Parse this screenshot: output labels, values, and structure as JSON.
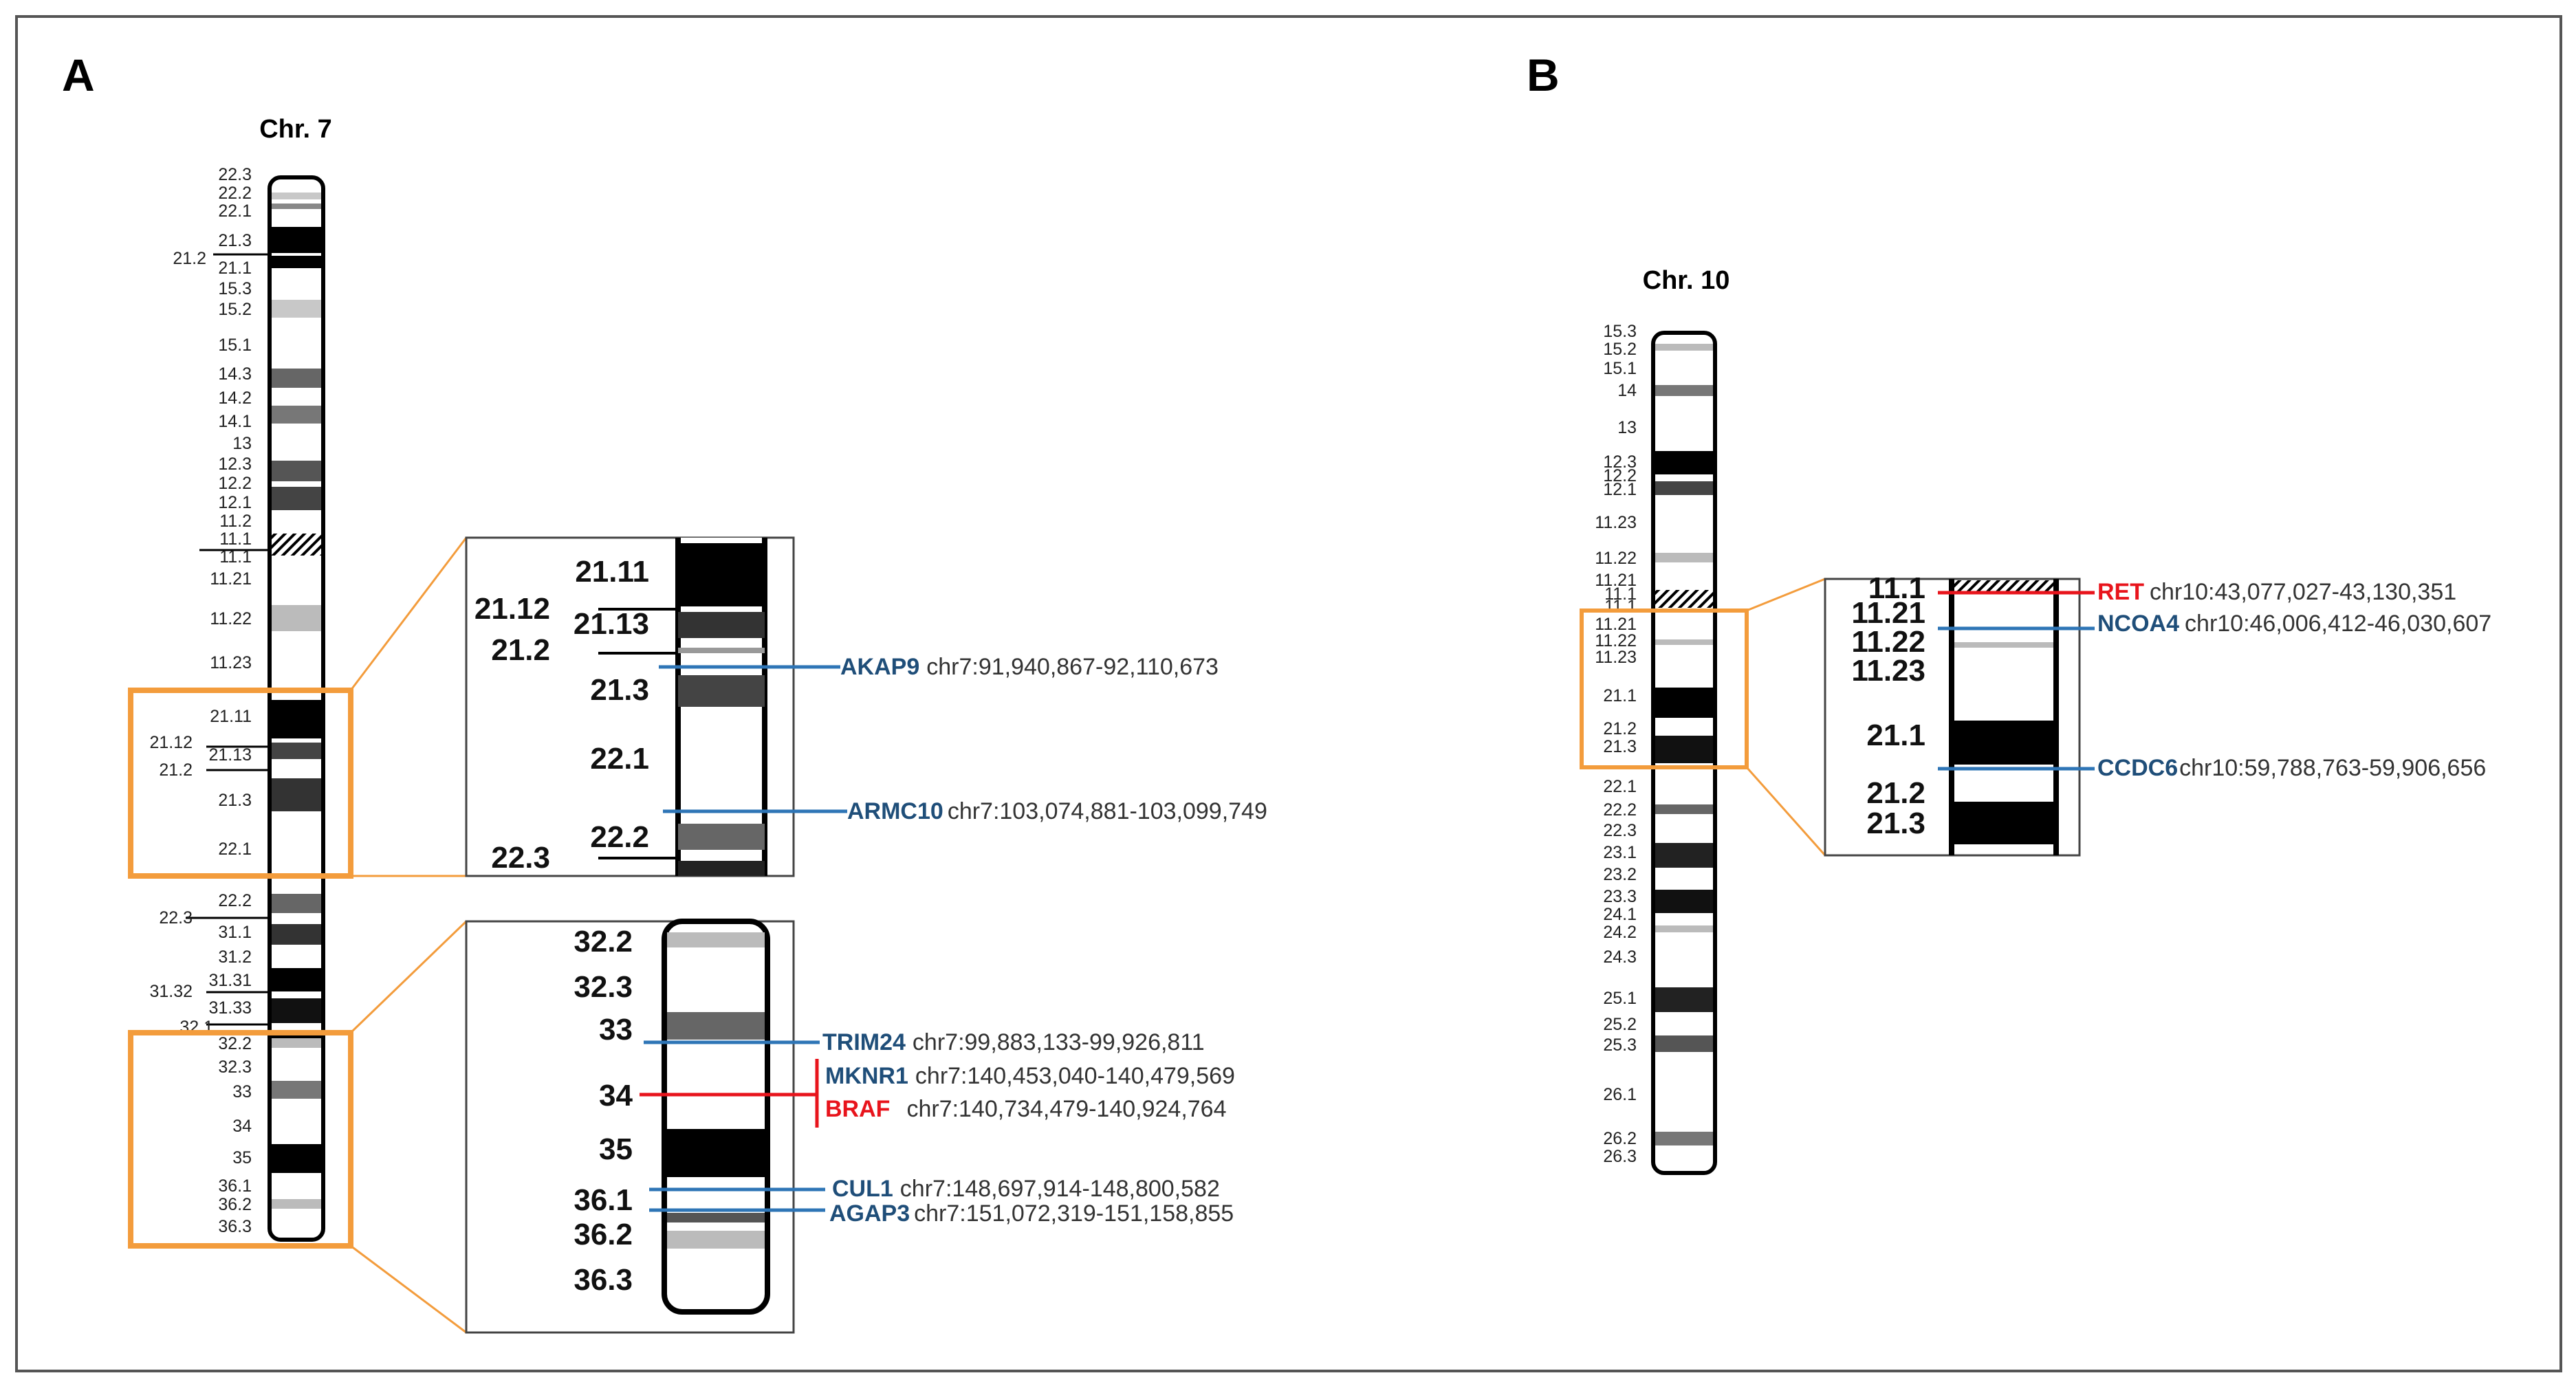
{
  "panel_a": {
    "letter": "A",
    "chrom_title": "Chr. 7",
    "bands": [
      "22.3",
      "22.2",
      "22.1",
      "21.3",
      "21.2",
      "21.1",
      "15.3",
      "15.2",
      "15.1",
      "14.3",
      "14.2",
      "14.1",
      "13",
      "12.3",
      "12.2",
      "12.1",
      "11.2",
      "11.1",
      "11.1",
      "11.21",
      "11.22",
      "11.23",
      "21.11",
      "21.12",
      "21.13",
      "21.2",
      "21.3",
      "22.1",
      "22.2",
      "22.3",
      "31.1",
      "31.2",
      "31.32",
      "31.31",
      "31.33",
      "32.1",
      "32.2",
      "32.3",
      "33",
      "34",
      "35",
      "36.1",
      "36.2",
      "36.3"
    ],
    "zoom1": {
      "bands": [
        "21.11",
        "21.12",
        "21.13",
        "21.2",
        "21.3",
        "22.1",
        "22.2",
        "22.3"
      ],
      "genes": [
        {
          "symbol": "AKAP9",
          "coords": "chr7:91,940,867-92,110,673",
          "color": "#1f4e79"
        },
        {
          "symbol": "ARMC10",
          "coords": "chr7:103,074,881-103,099,749",
          "color": "#1f4e79"
        }
      ]
    },
    "zoom2": {
      "bands": [
        "32.2",
        "32.3",
        "33",
        "34",
        "35",
        "36.1",
        "36.2",
        "36.3"
      ],
      "genes": [
        {
          "symbol": "TRIM24",
          "coords": "chr7:99,883,133-99,926,811",
          "color": "#1f4e79"
        },
        {
          "symbol": "MKNR1",
          "coords": "chr7:140,453,040-140,479,569",
          "color": "#1f4e79"
        },
        {
          "symbol": "BRAF",
          "coords": "chr7:140,734,479-140,924,764",
          "color": "#e8141c"
        },
        {
          "symbol": "CUL1",
          "coords": "chr7:148,697,914-148,800,582",
          "color": "#1f4e79"
        },
        {
          "symbol": "AGAP3",
          "coords": "chr7:151,072,319-151,158,855",
          "color": "#1f4e79"
        }
      ]
    }
  },
  "panel_b": {
    "letter": "B",
    "chrom_title": "Chr. 10",
    "bands": [
      "15.3",
      "15.2",
      "15.1",
      "14",
      "13",
      "12.3",
      "12.2",
      "12.1",
      "11.23",
      "11.22",
      "11.21",
      "11.1",
      "11.1",
      "11.21",
      "11.22",
      "11.23",
      "21.1",
      "21.2",
      "21.3",
      "22.1",
      "22.2",
      "22.3",
      "23.1",
      "23.2",
      "23.3",
      "24.1",
      "24.2",
      "24.3",
      "25.1",
      "25.2",
      "25.3",
      "26.1",
      "26.2",
      "26.3"
    ],
    "zoom": {
      "bands": [
        "11.1",
        "11.21",
        "11.22",
        "11.23",
        "21.1",
        "21.2",
        "21.3"
      ],
      "genes": [
        {
          "symbol": "RET",
          "coords": "chr10:43,077,027-43,130,351",
          "color": "#e8141c"
        },
        {
          "symbol": "NCOA4",
          "coords": "chr10:46,006,412-46,030,607",
          "color": "#1f4e79"
        },
        {
          "symbol": "CCDC6",
          "coords": "chr10:59,788,763-59,906,656",
          "color": "#1f4e79"
        }
      ]
    }
  },
  "colors": {
    "highlight_box": "#f39c3c",
    "gene_line_blue": "#2e75b6",
    "gene_line_red": "#e8141c",
    "gene_blue_text": "#1f4e79"
  }
}
